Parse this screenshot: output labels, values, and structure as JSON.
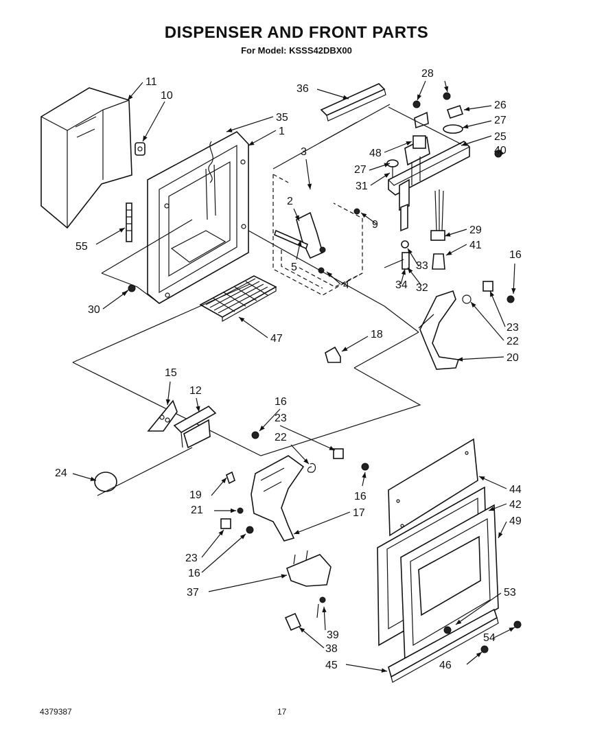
{
  "title": "DISPENSER AND FRONT PARTS",
  "subtitle": "For Model: KSSS42DBX00",
  "document_number": "4379387",
  "page_number": "17",
  "callouts": [
    "11",
    "10",
    "35",
    "1",
    "36",
    "28",
    "26",
    "27",
    "25",
    "40",
    "48",
    "27",
    "31",
    "3",
    "2",
    "9",
    "29",
    "41",
    "55",
    "5",
    "4",
    "33",
    "34",
    "32",
    "16",
    "30",
    "47",
    "23",
    "22",
    "18",
    "20",
    "15",
    "12",
    "16",
    "23",
    "22",
    "24",
    "16",
    "44",
    "19",
    "42",
    "21",
    "17",
    "49",
    "23",
    "16",
    "37",
    "53",
    "39",
    "54",
    "38",
    "46",
    "45"
  ]
}
